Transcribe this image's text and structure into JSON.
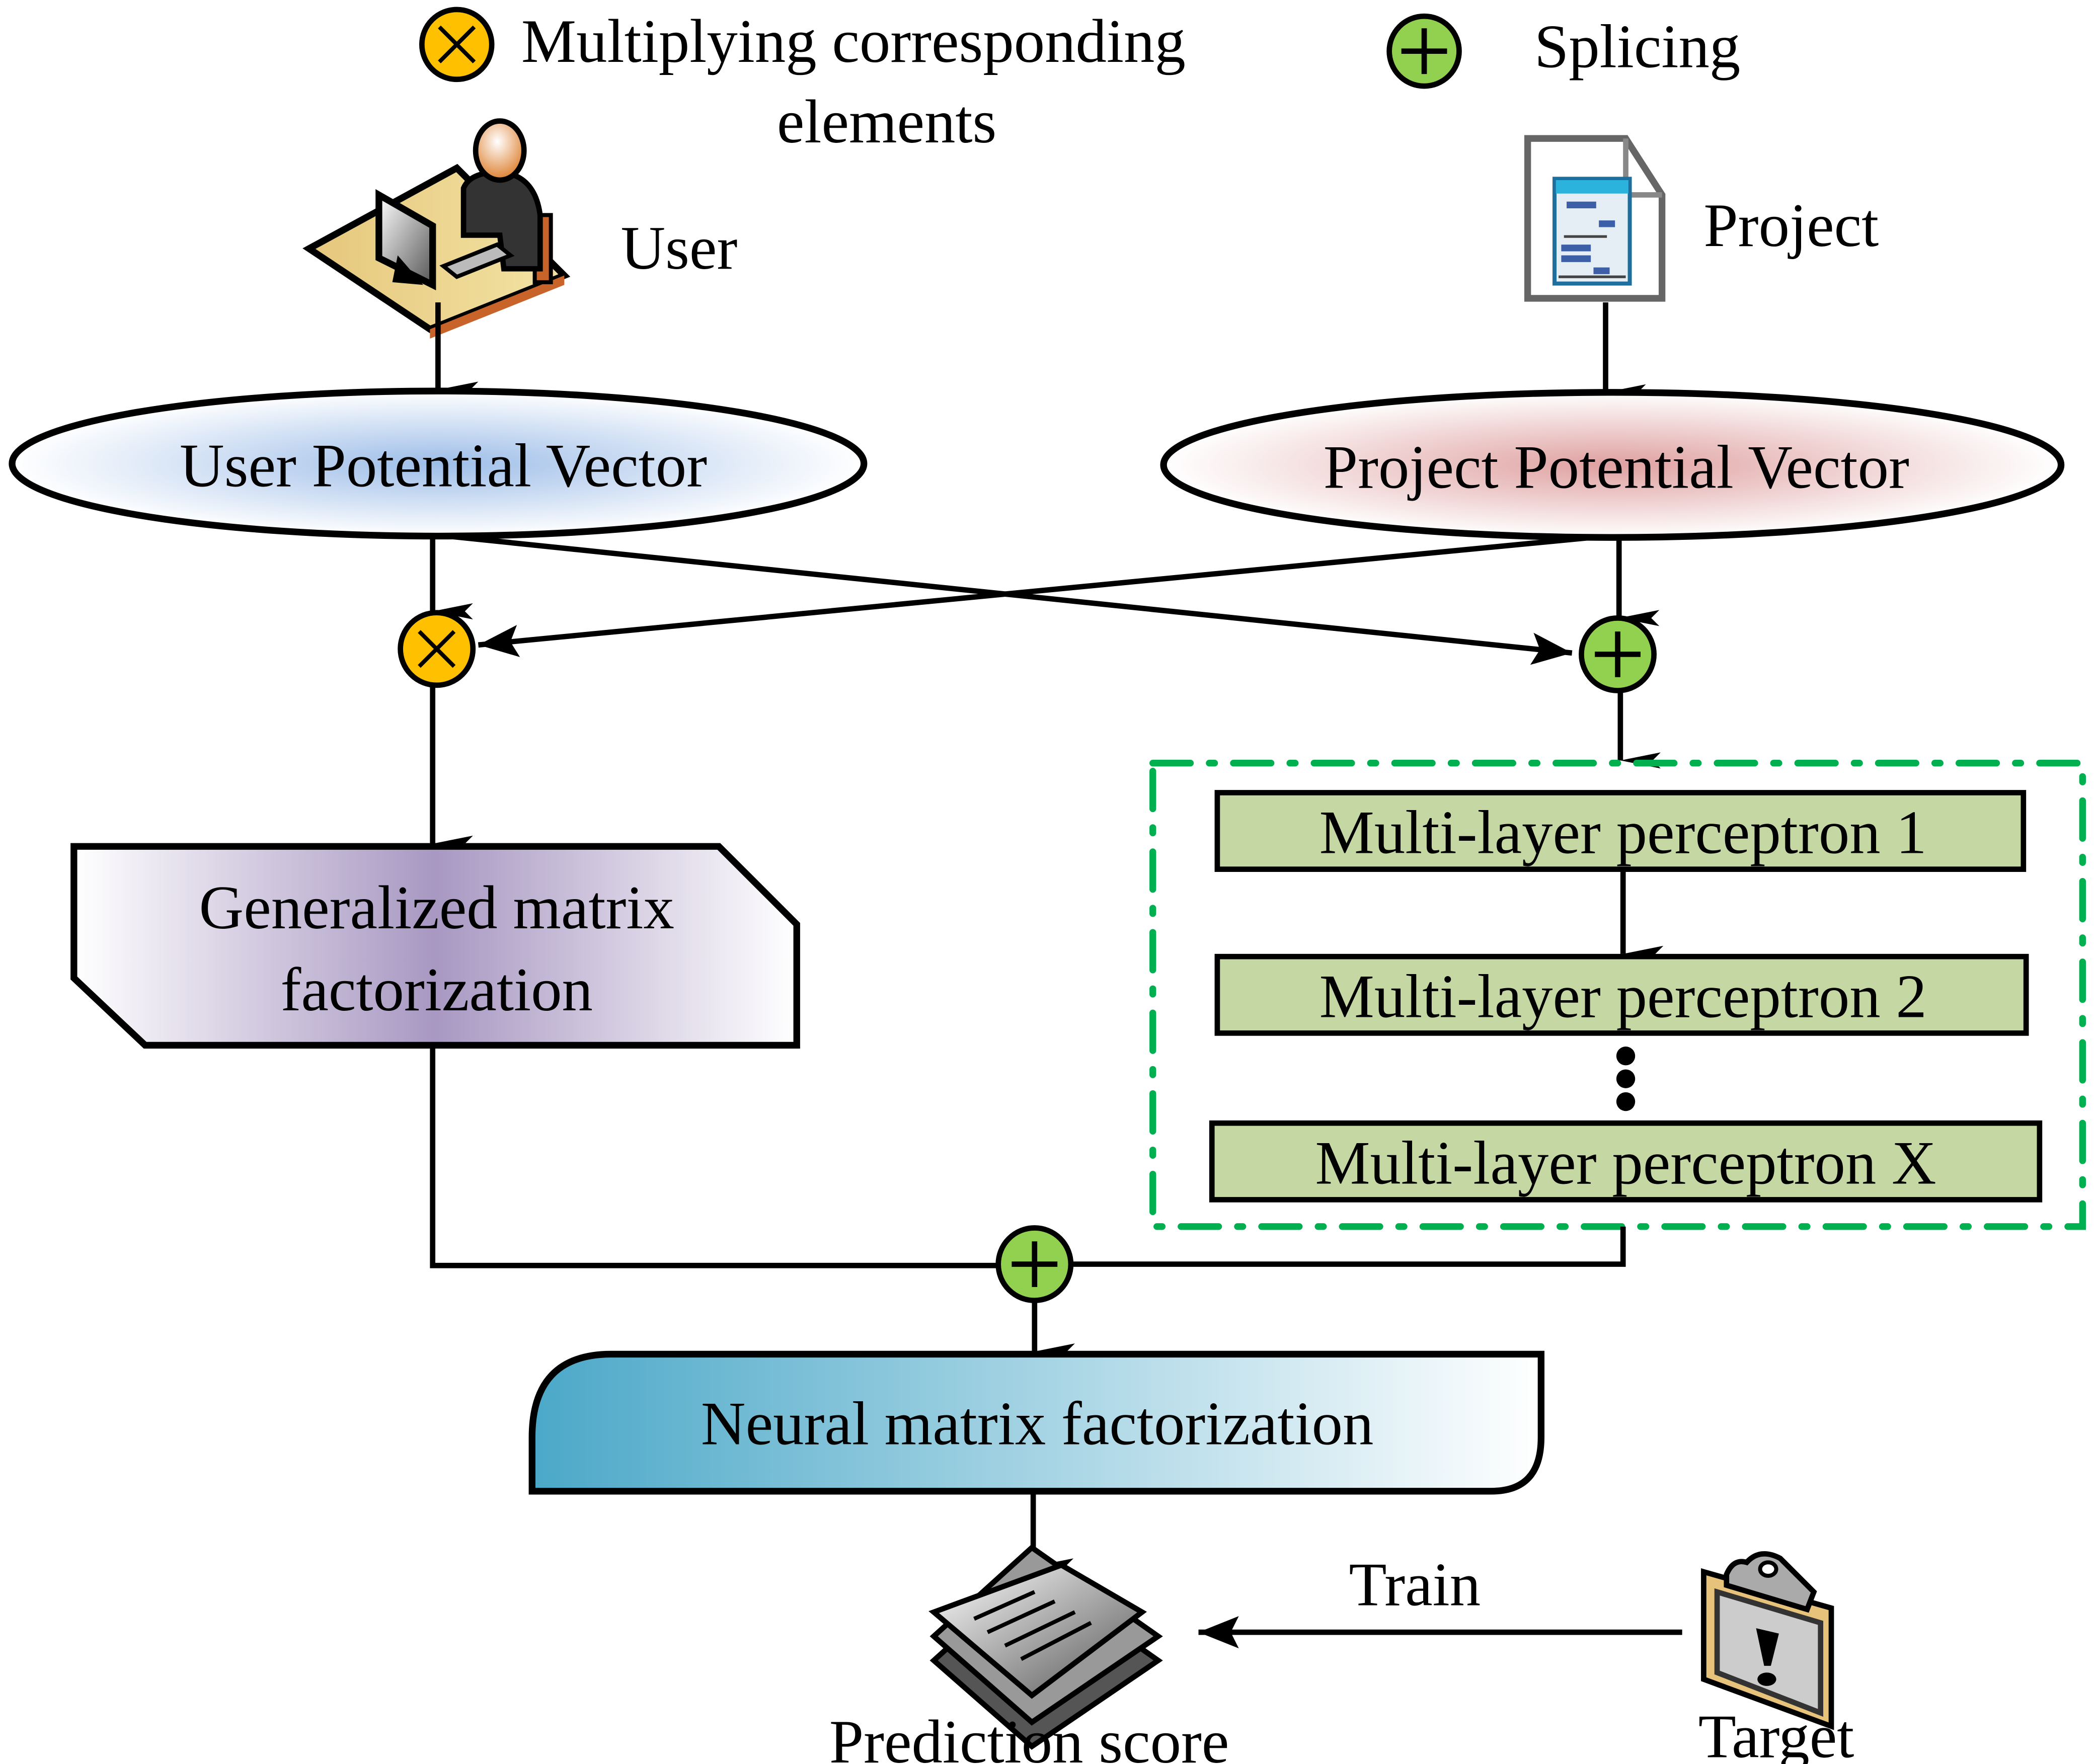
{
  "legend": {
    "multiply_symbol": "⊗",
    "multiply_label_line1": "Multiplying corresponding",
    "multiply_label_line2": "elements",
    "splice_symbol": "⊕",
    "splice_label": "Splicing"
  },
  "inputs": {
    "user_label": "User",
    "project_label": "Project"
  },
  "vectors": {
    "user": "User Potential Vector",
    "project": "Project Potential Vector"
  },
  "gmf": {
    "line1": "Generalized matrix",
    "line2": "factorization"
  },
  "mlp": {
    "layers": [
      "Multi-layer perceptron 1",
      "Multi-layer perceptron 2",
      "Multi-layer perceptron X"
    ],
    "ellipsis": "⋮"
  },
  "neumf": {
    "label": "Neural matrix factorization"
  },
  "output": {
    "prediction_label": "Prediction score",
    "train_label": "Train",
    "target_label": "Target"
  },
  "colors": {
    "multiply_fill": "#FFC000",
    "splice_fill": "#92D050",
    "user_vector_center": "#9DBDE8",
    "project_vector_center": "#E2A6A6",
    "gmf_center": "#A898C2",
    "mlp_fill": "#C5D8A4",
    "mlp_border": "#00B050",
    "neumf_left": "#4BA8C8"
  }
}
